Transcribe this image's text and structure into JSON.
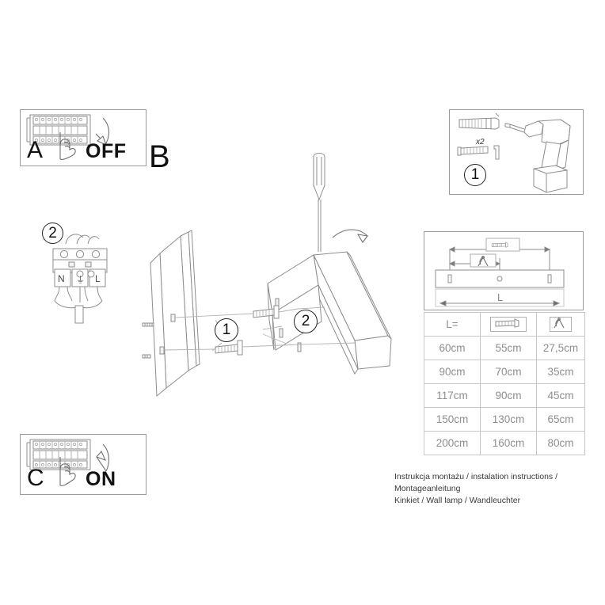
{
  "document": {
    "type": "installation-instruction-sheet",
    "caption_line1": "Instrukcja montażu / instalation instructions / Montageanleitung",
    "caption_line2": "Kinkiet / Wall lamp / Wandleuchter"
  },
  "panels": {
    "a": {
      "letter": "A",
      "action_label": "OFF",
      "icon": "fuse-box-icon",
      "hand": "hand-icon",
      "arrow": "arrow-down-icon"
    },
    "b": {
      "letter": "B",
      "step1": "1",
      "step2": "2",
      "tool": "screwdriver-icon"
    },
    "c": {
      "letter": "C",
      "action_label": "ON",
      "icon": "fuse-box-icon",
      "hand": "hand-icon",
      "arrow": "arrow-up-icon"
    },
    "wiring": {
      "step": "2",
      "terminal_n": "N",
      "terminal_l": "L",
      "terminal_ground": "⏚"
    },
    "tools": {
      "step": "1",
      "anchor_qty": "x2",
      "anchor": "wall-plug-icon",
      "screw": "screw-icon",
      "allen_key": "allen-key-icon",
      "drill": "power-drill-icon"
    }
  },
  "dimension_drawing": {
    "length_label": "L",
    "screw_spacing_icon": "screw-icon",
    "hanging_point_icon": "hanging-point-icon"
  },
  "chart_data": {
    "type": "table",
    "title": "",
    "columns": [
      "L=",
      "screw-spacing-icon",
      "hanging-point-icon"
    ],
    "rows": [
      [
        "60cm",
        "55cm",
        "27,5cm"
      ],
      [
        "90cm",
        "70cm",
        "35cm"
      ],
      [
        "117cm",
        "90cm",
        "45cm"
      ],
      [
        "150cm",
        "130cm",
        "65cm"
      ],
      [
        "200cm",
        "160cm",
        "80cm"
      ]
    ]
  },
  "colors": {
    "line": "#8d8d8d",
    "border": "#9a9a9a",
    "text": "#1a1a1a",
    "table_text": "#8e8e8e"
  }
}
